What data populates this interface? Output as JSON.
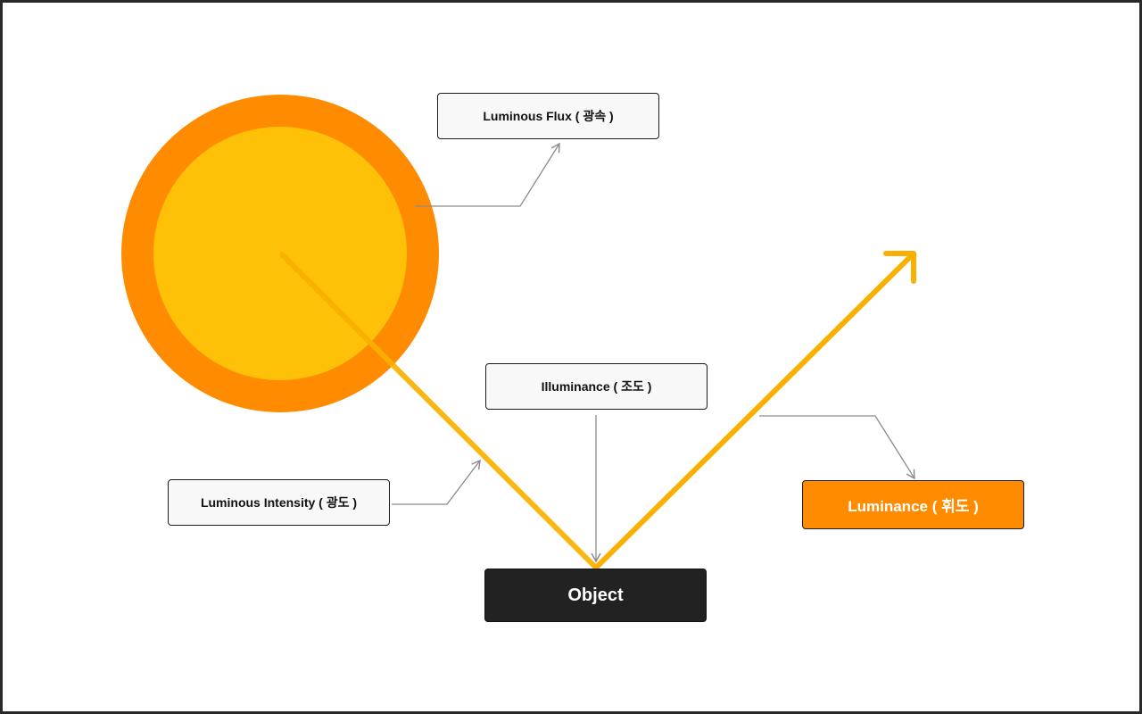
{
  "labels": {
    "luminous_flux": "Luminous Flux ( 광속 )",
    "illuminance": "Illuminance ( 조도 )",
    "luminous_intensity": "Luminous Intensity ( 광도 )",
    "luminance": "Luminance ( 휘도 )",
    "object": "Object"
  },
  "icons": {
    "light_source": "sun-icon"
  },
  "colors": {
    "sun_outer": "#ff8c00",
    "sun_inner": "#ffc107",
    "ray": "#f9b000",
    "connector": "#8a8a8a",
    "luminance_box": "#ff8c00",
    "object_box": "#222222",
    "label_box": "#f8f8f8"
  }
}
